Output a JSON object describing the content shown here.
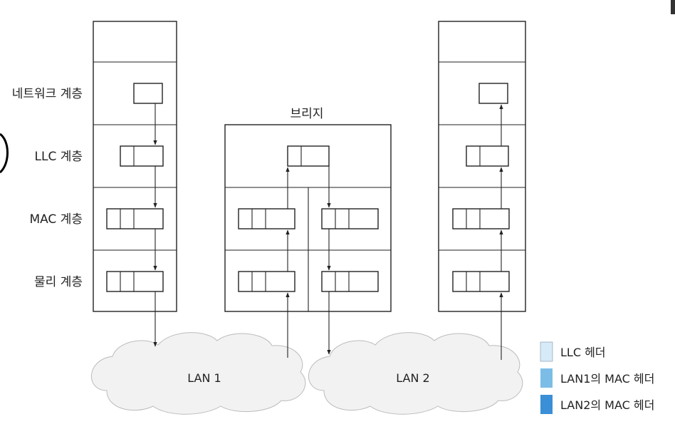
{
  "layer_labels": {
    "network": "네트워크 계층",
    "llc": "LLC 계층",
    "mac": "MAC 계층",
    "physical": "물리 계층"
  },
  "bridge_label": "브리지",
  "lan1_label": "LAN 1",
  "lan2_label": "LAN 2",
  "legend": {
    "llc_header": "LLC 헤더",
    "lan1_mac_header": "LAN1의 MAC 헤더",
    "lan2_mac_header": "LAN2의 MAC 헤더"
  },
  "colors": {
    "llc_header": "#d7eaf8",
    "lan1_mac_header": "#7cbde8",
    "lan2_mac_header": "#3a8fd6",
    "outline": "#222222",
    "cloud": "#f2f2f2"
  }
}
